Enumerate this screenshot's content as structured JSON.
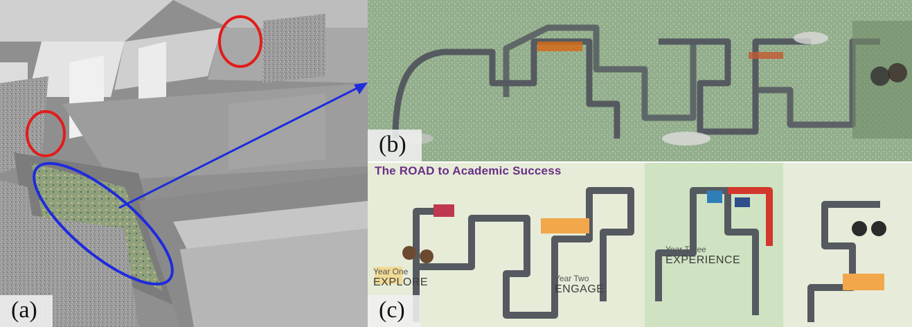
{
  "labels": {
    "a": "(a)",
    "b": "(b)",
    "c": "(c)"
  },
  "poster": {
    "title": "The ROAD to Academic Success",
    "years": [
      {
        "year": "Year One",
        "theme": "EXPLORE"
      },
      {
        "year": "Year Two",
        "theme": "ENGAGE"
      },
      {
        "year": "Year Three",
        "theme": "EXPERIENCE"
      }
    ]
  },
  "colors": {
    "highlight_circle": "#e31b1b",
    "highlight_ellipse": "#1f2bdc",
    "arrow": "#1f2bdc",
    "road": "#555a60",
    "poster_title": "#6a2e86"
  }
}
